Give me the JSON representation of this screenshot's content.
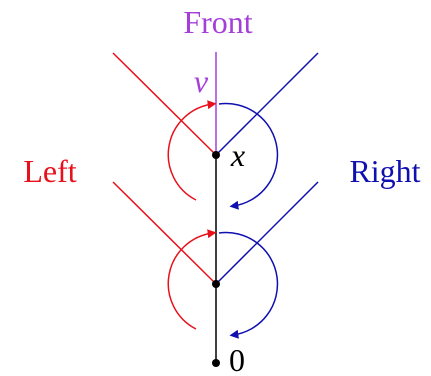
{
  "labels": {
    "front": "Front",
    "left": "Left",
    "right": "Right",
    "v": "v",
    "x": "x",
    "zero": "0"
  },
  "colors": {
    "front": "#a43fd9",
    "left": "#e8111b",
    "right": "#1010b0",
    "stem": "#000000"
  }
}
